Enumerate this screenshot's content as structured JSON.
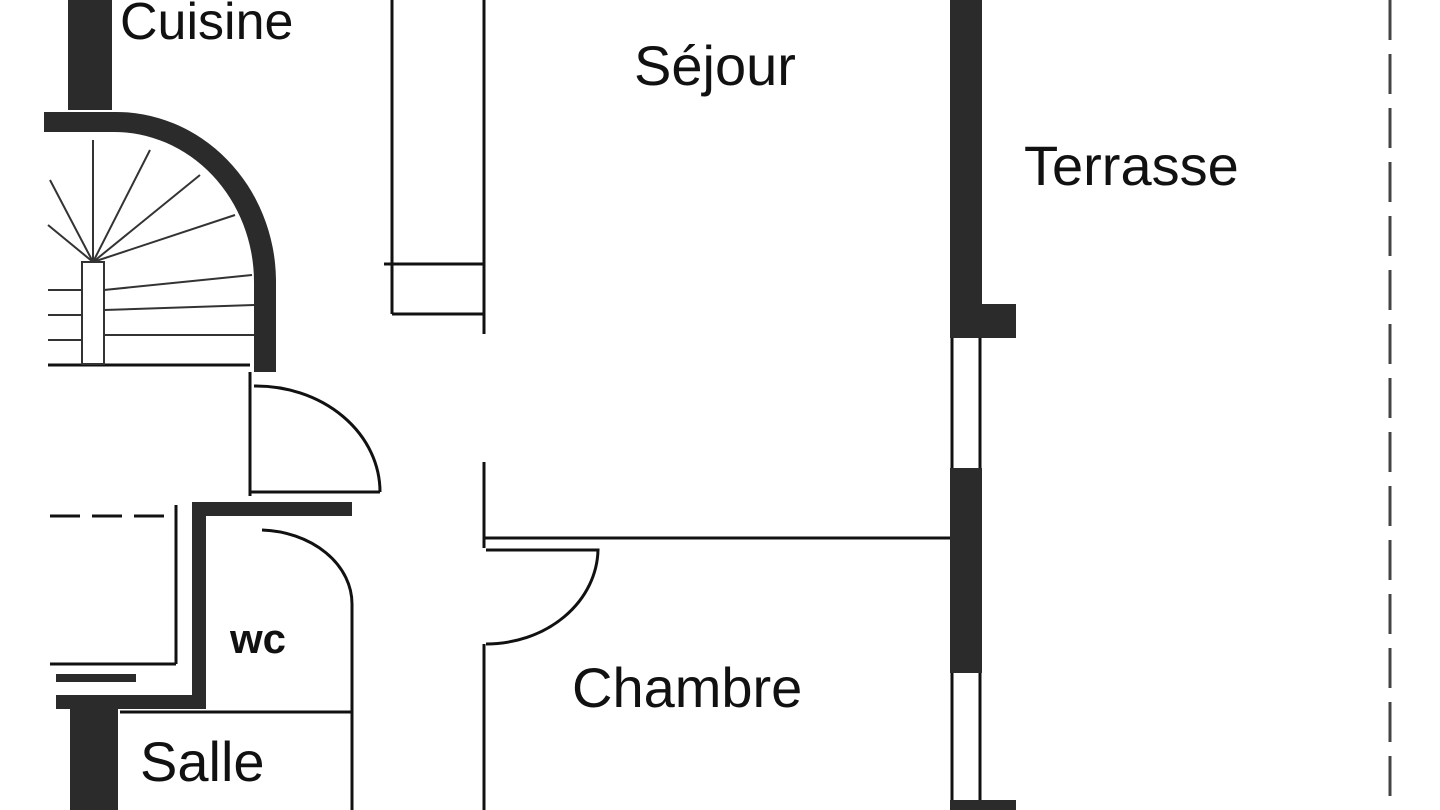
{
  "plan": {
    "rooms": {
      "cuisine": "Cuisine",
      "sejour": "Séjour",
      "terrasse": "Terrasse",
      "wc": "wc",
      "chambre": "Chambre",
      "salle": "Salle"
    },
    "colors": {
      "wall": "#2b2b2b",
      "line": "#111111",
      "background": "#ffffff"
    }
  }
}
